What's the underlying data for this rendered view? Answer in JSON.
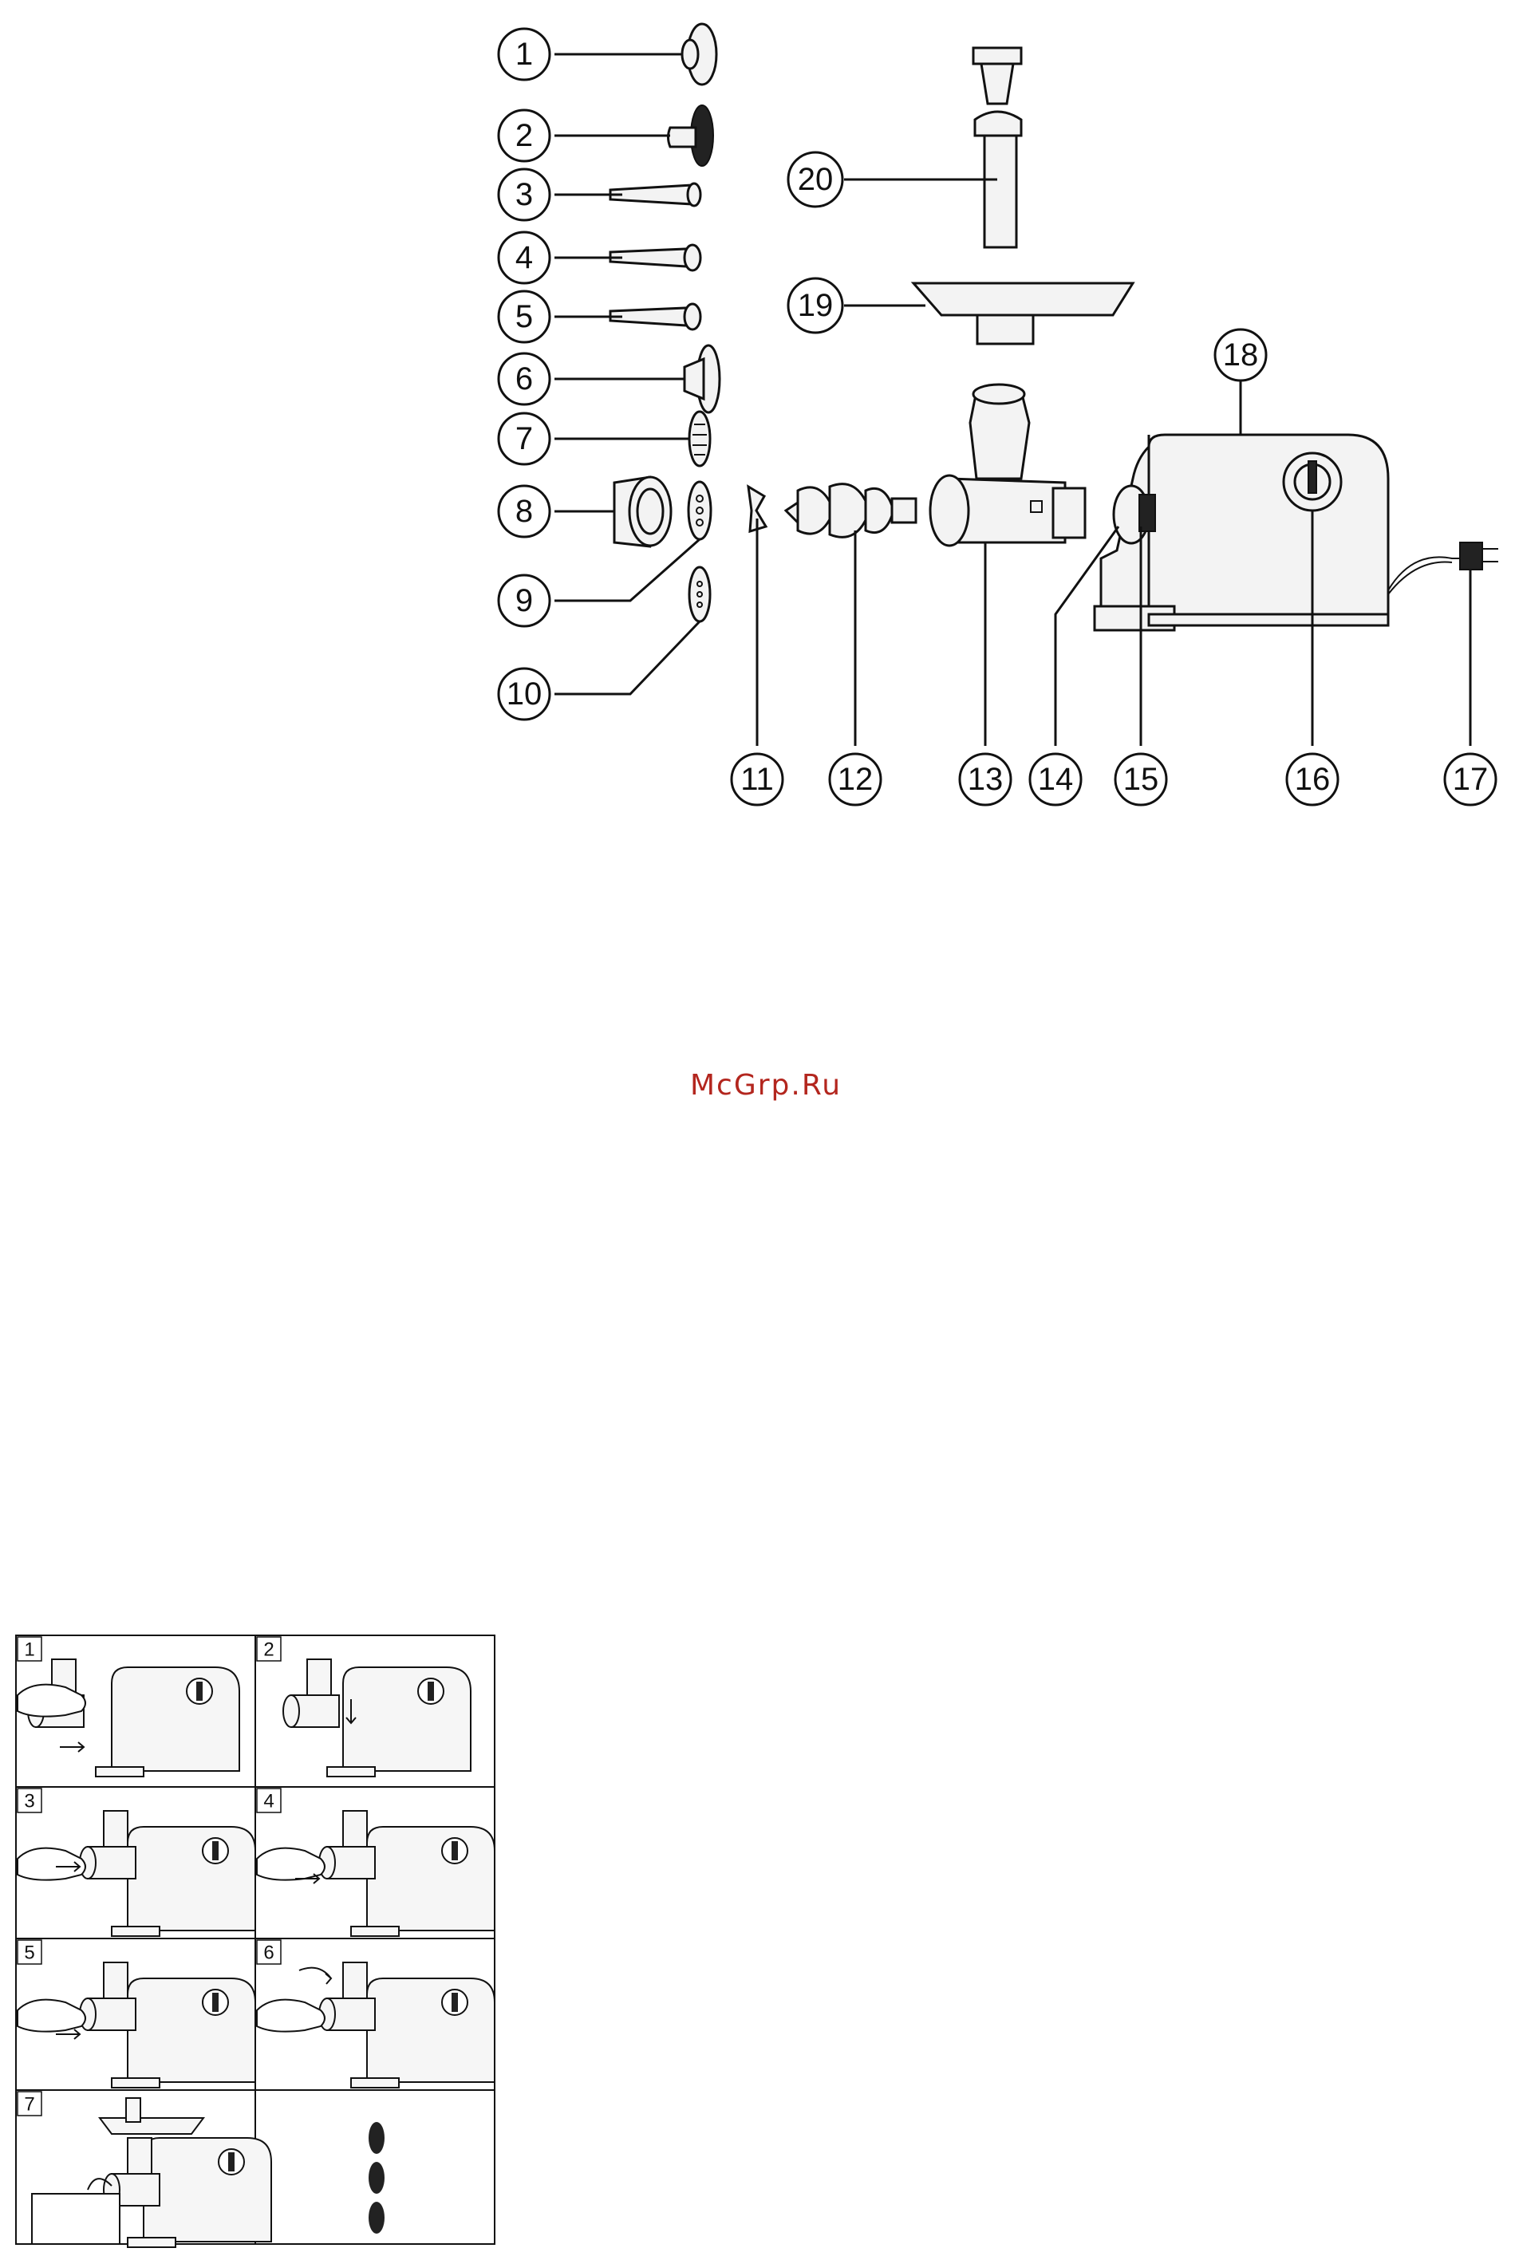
{
  "watermark": "McGrp.Ru",
  "callouts": [
    "1",
    "2",
    "3",
    "4",
    "5",
    "6",
    "7",
    "8",
    "9",
    "10",
    "11",
    "12",
    "13",
    "14",
    "15",
    "16",
    "17",
    "18",
    "19",
    "20"
  ],
  "steps": [
    "1",
    "2",
    "3",
    "4",
    "5",
    "6",
    "7"
  ]
}
